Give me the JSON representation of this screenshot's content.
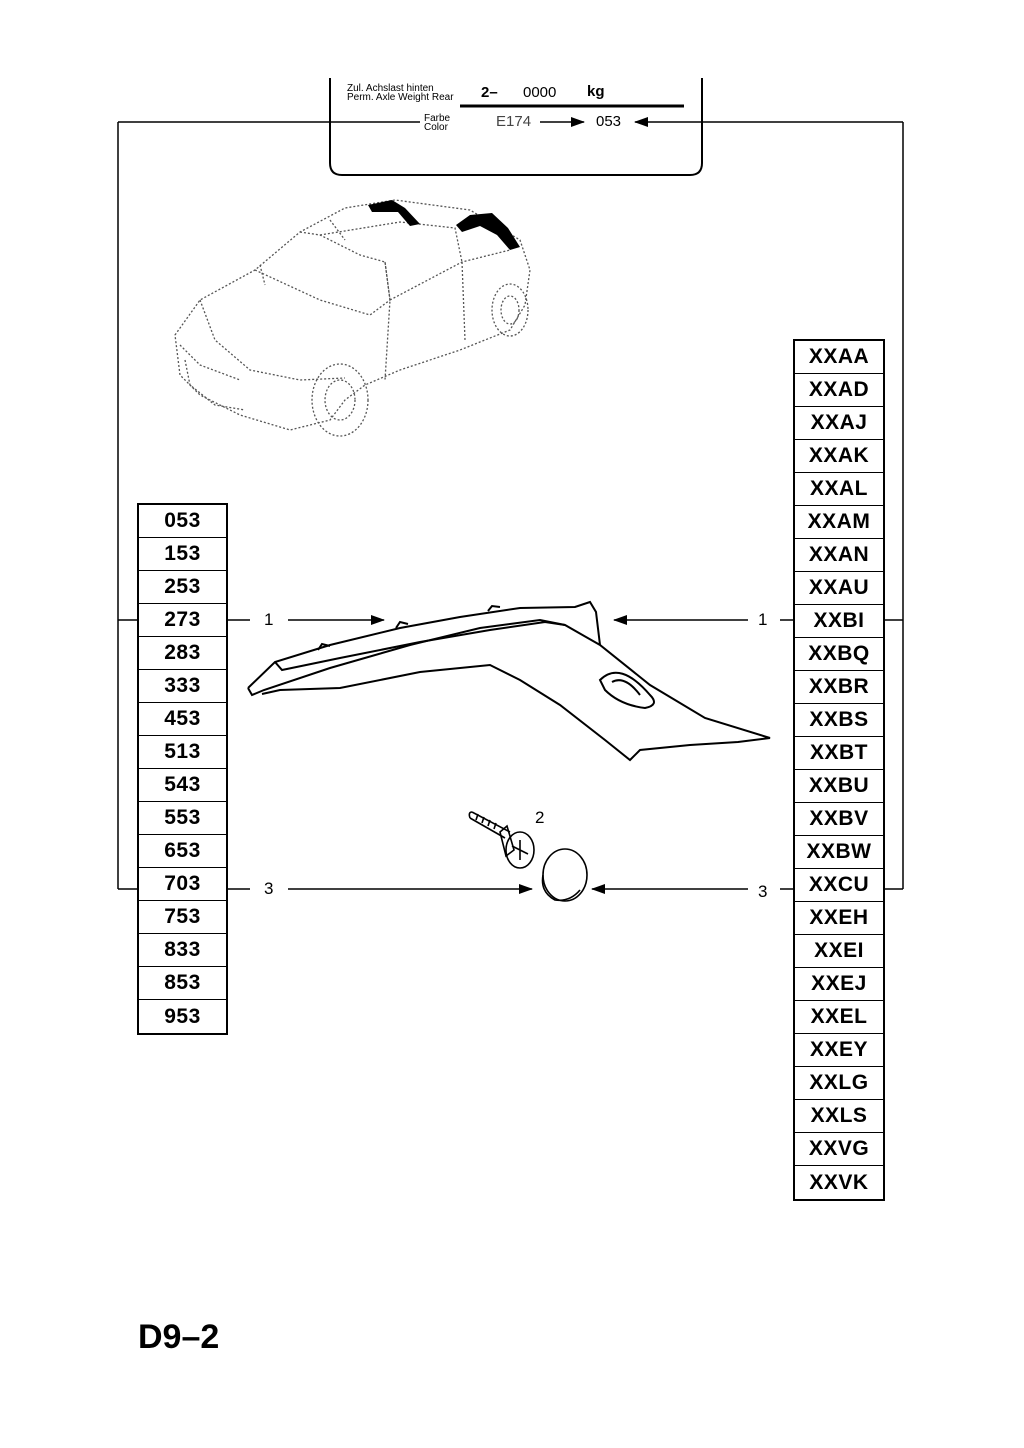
{
  "plate": {
    "axle_label_de": "Zul. Achslast hinten",
    "axle_label_en": "Perm. Axle Weight Rear",
    "axle_prefix": "2–",
    "axle_value": "0000",
    "axle_unit": "kg",
    "color_label_de": "Farbe",
    "color_label_en": "Color",
    "color_code_old": "E174",
    "color_code": "053"
  },
  "left_codes": [
    "053",
    "153",
    "253",
    "273",
    "283",
    "333",
    "453",
    "513",
    "543",
    "553",
    "653",
    "703",
    "753",
    "833",
    "853",
    "953"
  ],
  "right_codes": [
    "XXAA",
    "XXAD",
    "XXAJ",
    "XXAK",
    "XXAL",
    "XXAM",
    "XXAN",
    "XXAU",
    "XXBI",
    "XXBQ",
    "XXBR",
    "XXBS",
    "XXBT",
    "XXBU",
    "XXBV",
    "XXBW",
    "XXCU",
    "XXEH",
    "XXEI",
    "XXEJ",
    "XXEL",
    "XXEY",
    "XXLG",
    "XXLS",
    "XXVG",
    "XXVK"
  ],
  "callouts": {
    "item1_left": "1",
    "item1_right": "1",
    "item2": "2",
    "item3_left": "3",
    "item3_right": "3"
  },
  "page_id": "D9–2"
}
